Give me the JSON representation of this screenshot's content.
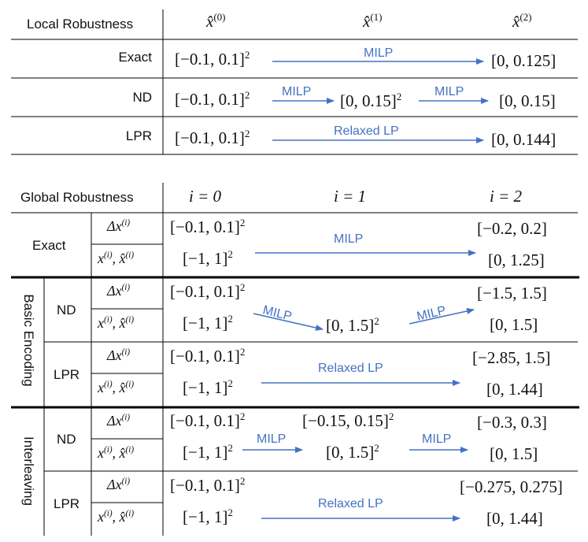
{
  "local": {
    "title": "Local Robustness",
    "cols": [
      "x̂",
      "x̂",
      "x̂"
    ],
    "col_sups": [
      "(0)",
      "(1)",
      "(2)"
    ],
    "rows": [
      {
        "label": "Exact",
        "v0": "[−0.1, 0.1]",
        "v0sup": "2",
        "arrow": "MILP",
        "v2": "[0, 0.125]"
      },
      {
        "label": "ND",
        "v0": "[−0.1, 0.1]",
        "v0sup": "2",
        "arrow1": "MILP",
        "v1": "[0, 0.15]",
        "v1sup": "2",
        "arrow2": "MILP",
        "v2": "[0, 0.15]"
      },
      {
        "label": "LPR",
        "v0": "[−0.1, 0.1]",
        "v0sup": "2",
        "arrow": "Relaxed LP",
        "v2": "[0, 0.144]"
      }
    ]
  },
  "global": {
    "title": "Global Robustness",
    "cols": [
      "i = 0",
      "i = 1",
      "i = 2"
    ],
    "sub_delta": "Δx",
    "sub_delta_sup": "(i)",
    "sub_x_a": "x",
    "sub_x_a_sup": "(i)",
    "sub_x_sep": ", x̂",
    "sub_x_b_sup": "(i)",
    "exact": {
      "label": "Exact",
      "d0": "[−0.1, 0.1]",
      "d0sup": "2",
      "x0": "[−1, 1]",
      "x0sup": "2",
      "arrow": "MILP",
      "d2": "[−0.2, 0.2]",
      "x2": "[0, 1.25]"
    },
    "basic": {
      "group": "Basic Encoding",
      "nd": {
        "label": "ND",
        "d0": "[−0.1, 0.1]",
        "d0sup": "2",
        "x0": "[−1, 1]",
        "x0sup": "2",
        "arrow1": "MILP",
        "x1": "[0, 1.5]",
        "x1sup": "2",
        "arrow2": "MILP",
        "d2": "[−1.5, 1.5]",
        "x2": "[0, 1.5]"
      },
      "lpr": {
        "label": "LPR",
        "d0": "[−0.1, 0.1]",
        "d0sup": "2",
        "x0": "[−1, 1]",
        "x0sup": "2",
        "arrow": "Relaxed LP",
        "d2": "[−2.85, 1.5]",
        "x2": "[0, 1.44]"
      }
    },
    "inter": {
      "group": "Interleaving",
      "nd": {
        "label": "ND",
        "d0": "[−0.1, 0.1]",
        "d0sup": "2",
        "d1": "[−0.15, 0.15]",
        "d1sup": "2",
        "x0": "[−1, 1]",
        "x0sup": "2",
        "arrow1": "MILP",
        "x1": "[0, 1.5]",
        "x1sup": "2",
        "arrow2": "MILP",
        "d2": "[−0.3, 0.3]",
        "x2": "[0, 1.5]"
      },
      "lpr": {
        "label": "LPR",
        "d0": "[−0.1, 0.1]",
        "d0sup": "2",
        "x0": "[−1, 1]",
        "x0sup": "2",
        "arrow": "Relaxed LP",
        "d2": "[−0.275, 0.275]",
        "x2": "[0, 1.44]"
      }
    }
  },
  "colors": {
    "arrow": "#4472c4",
    "line": "#000000"
  }
}
